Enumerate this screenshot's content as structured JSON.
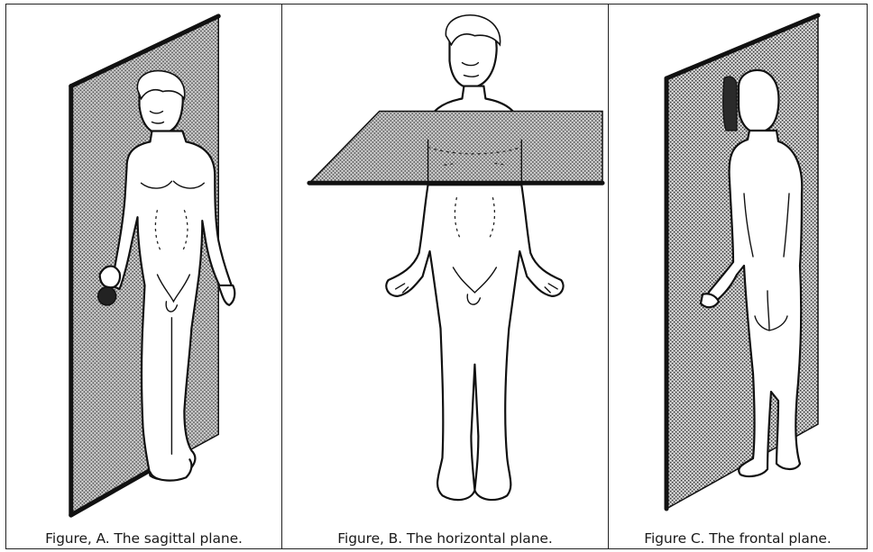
{
  "panels": [
    {
      "id": "A",
      "caption": "Figure, A. The sagittal plane."
    },
    {
      "id": "B",
      "caption": "Figure, B. The horizontal plane."
    },
    {
      "id": "C",
      "caption": "Figure C. The frontal plane."
    }
  ],
  "colors": {
    "ink": "#111111",
    "plane_shading": "#9a9a9a",
    "paper": "#ffffff"
  }
}
